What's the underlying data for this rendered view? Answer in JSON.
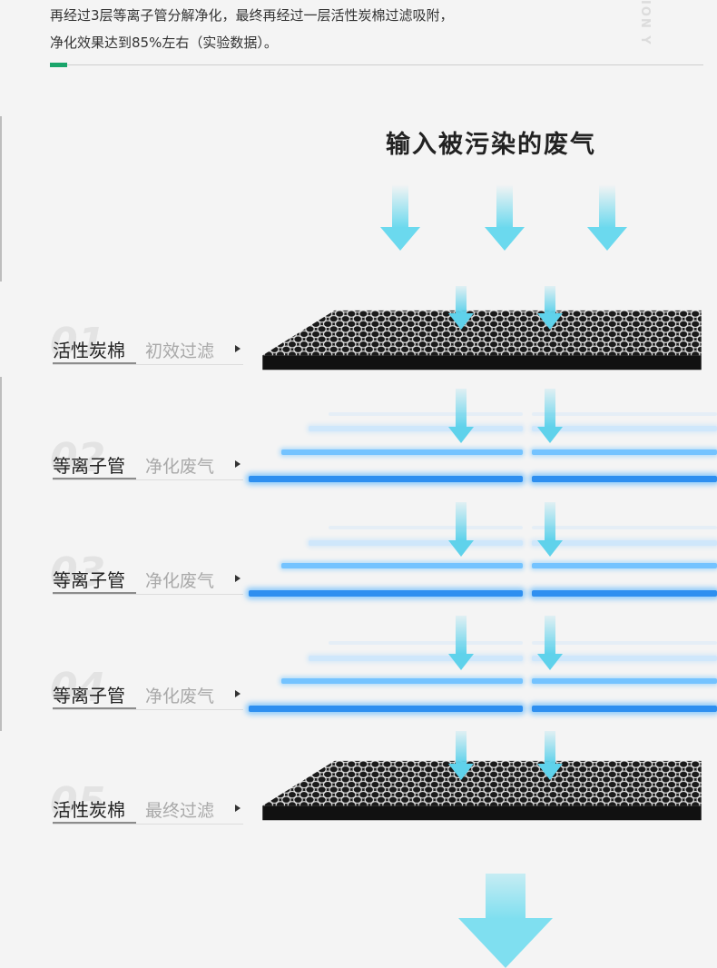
{
  "intro": {
    "line1": "再经过3层等离子管分解净化，最终再经过一层活性炭棉过滤吸附，",
    "line2": "净化效果达到85%左右（实验数据）。"
  },
  "decor_text": "ION  Y",
  "heading": "输入被污染的废气",
  "steps": [
    {
      "num": "01",
      "title": "活性炭棉",
      "sub": "初效过滤"
    },
    {
      "num": "02",
      "title": "等离子管",
      "sub": "净化废气"
    },
    {
      "num": "03",
      "title": "等离子管",
      "sub": "净化废气"
    },
    {
      "num": "04",
      "title": "等离子管",
      "sub": "净化废气"
    },
    {
      "num": "05",
      "title": "活性炭棉",
      "sub": "最终过滤"
    }
  ],
  "colors": {
    "accent": "#1aa56b",
    "arrow": "#6bd9ee",
    "tube": "#2e8ff0",
    "filter": "#1a1a1a"
  },
  "icons": [
    "down-arrow-icon",
    "carbon-filter-mesh",
    "plasma-tube",
    "triangle-right-icon"
  ]
}
